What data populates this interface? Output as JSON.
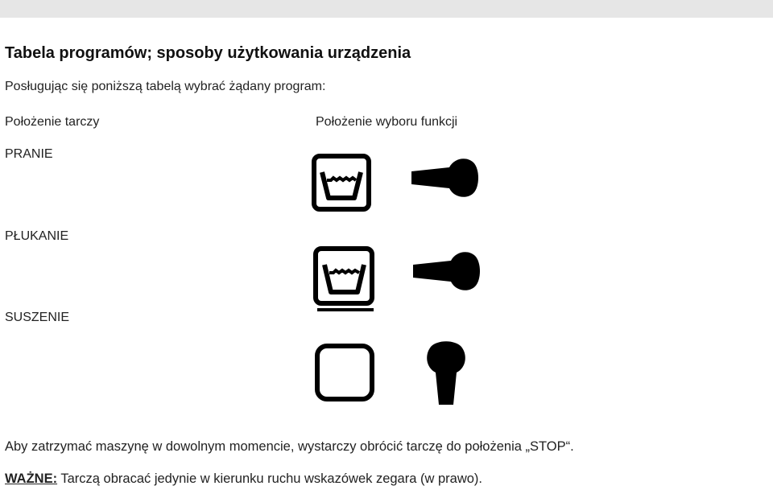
{
  "title": "Tabela programów; sposoby użytkowania urządzenia",
  "intro": "Posługując się poniższą tabelą wybrać żądany program:",
  "headers": {
    "dial_position": "Położenie tarczy",
    "function_position": "Położenie wyboru funkcji"
  },
  "rows": [
    {
      "label": "PRANIE",
      "dial_icon": "wash-tub-icon",
      "selector_icon": "knob-horizontal-icon"
    },
    {
      "label": "PŁUKANIE",
      "dial_icon": "wash-tub-underline-icon",
      "selector_icon": "knob-horizontal-icon"
    },
    {
      "label": "SUSZENIE",
      "dial_icon": "empty-square-icon",
      "selector_icon": "knob-vertical-icon"
    }
  ],
  "notes": {
    "stop": "Aby zatrzymać maszynę w dowolnym momencie, wystarczy obrócić tarczę do położenia „STOP“.",
    "important_label": "WAŻNE:",
    "important_text": " Tarczą obracać jedynie w kierunku ruchu wskazówek zegara (w prawo)."
  }
}
